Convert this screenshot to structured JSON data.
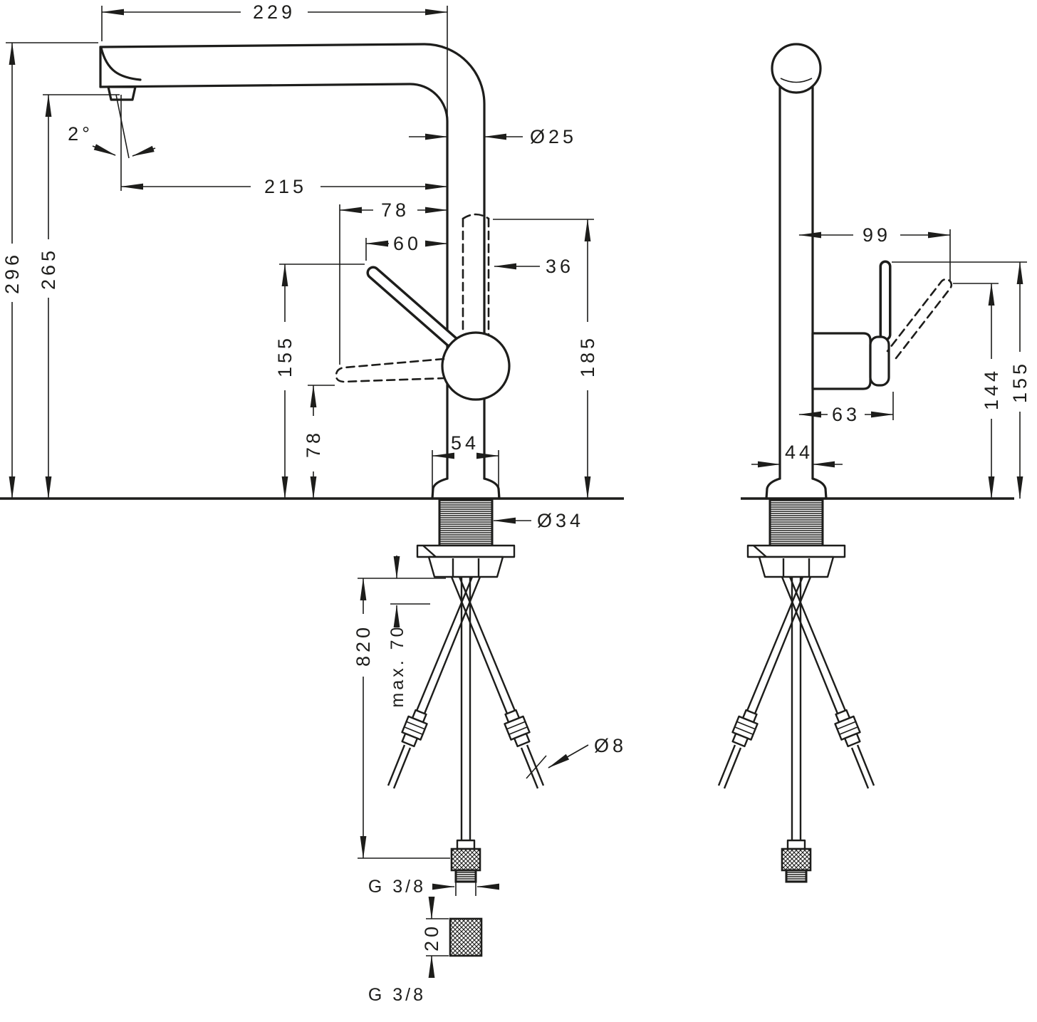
{
  "page": {
    "background": "#ffffff",
    "line_color": "#1d1d1b"
  },
  "front_view": {
    "dims": {
      "total_reach": "229",
      "spout_angle": "2°",
      "spout_reach": "215",
      "offset_78": "78",
      "offset_60": "60",
      "spout_diameter": "Ø25",
      "offset_36": "36",
      "total_height": "296",
      "spout_height": "265",
      "handle_height": "155",
      "handle_low_height": "78",
      "body_height": "185",
      "base_width": "54",
      "shank_diameter": "Ø34",
      "max_mounting_thickness": "max. 70",
      "hose_length": "820",
      "hose_diameter": "Ø8",
      "thread_upper": "G 3/8",
      "adapter_height": "20",
      "thread_lower": "G 3/8"
    }
  },
  "side_view": {
    "dims": {
      "handle_reach": "99",
      "handle_tip_height": "144",
      "handle_top_height": "155",
      "handle_depth": "63",
      "body_depth": "44"
    }
  }
}
